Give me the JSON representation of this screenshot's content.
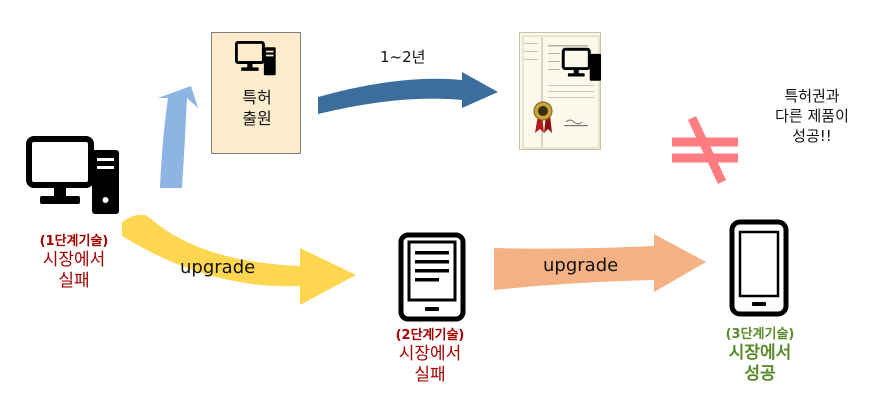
{
  "patent_filing": {
    "line1": "특허",
    "line2": "출원"
  },
  "duration_label": "1~2년",
  "competitor_note": {
    "line1": "특허권과",
    "line2": "다른 제품이",
    "line3": "성공!!"
  },
  "stage1": {
    "tag": "(1단계기술)",
    "status_line1": "시장에서",
    "status_line2": "실패"
  },
  "stage2": {
    "tag": "(2단계기술)",
    "status_line1": "시장에서",
    "status_line2": "실패"
  },
  "stage3": {
    "tag": "(3단계기술)",
    "status_line1": "시장에서",
    "status_line2": "성공"
  },
  "upgrade_label_1": "upgrade",
  "upgrade_label_2": "upgrade",
  "colors": {
    "failure_text": "#a30000",
    "success_text": "#5b8a2a",
    "patent_box_fill": "#fdedcc",
    "arrow_patent": "#8db4e2",
    "arrow_years": "#3b6e9c",
    "arrow_upgrade_1": "#ffd64f",
    "arrow_upgrade_2": "#f4b183",
    "not_equal_sign": "#ff7c80"
  },
  "icons": {
    "stage1": "desktop-computer-icon",
    "stage2": "e-reader-tablet-icon",
    "stage3": "smartphone-icon",
    "patent": "patent-certificate-icon"
  }
}
